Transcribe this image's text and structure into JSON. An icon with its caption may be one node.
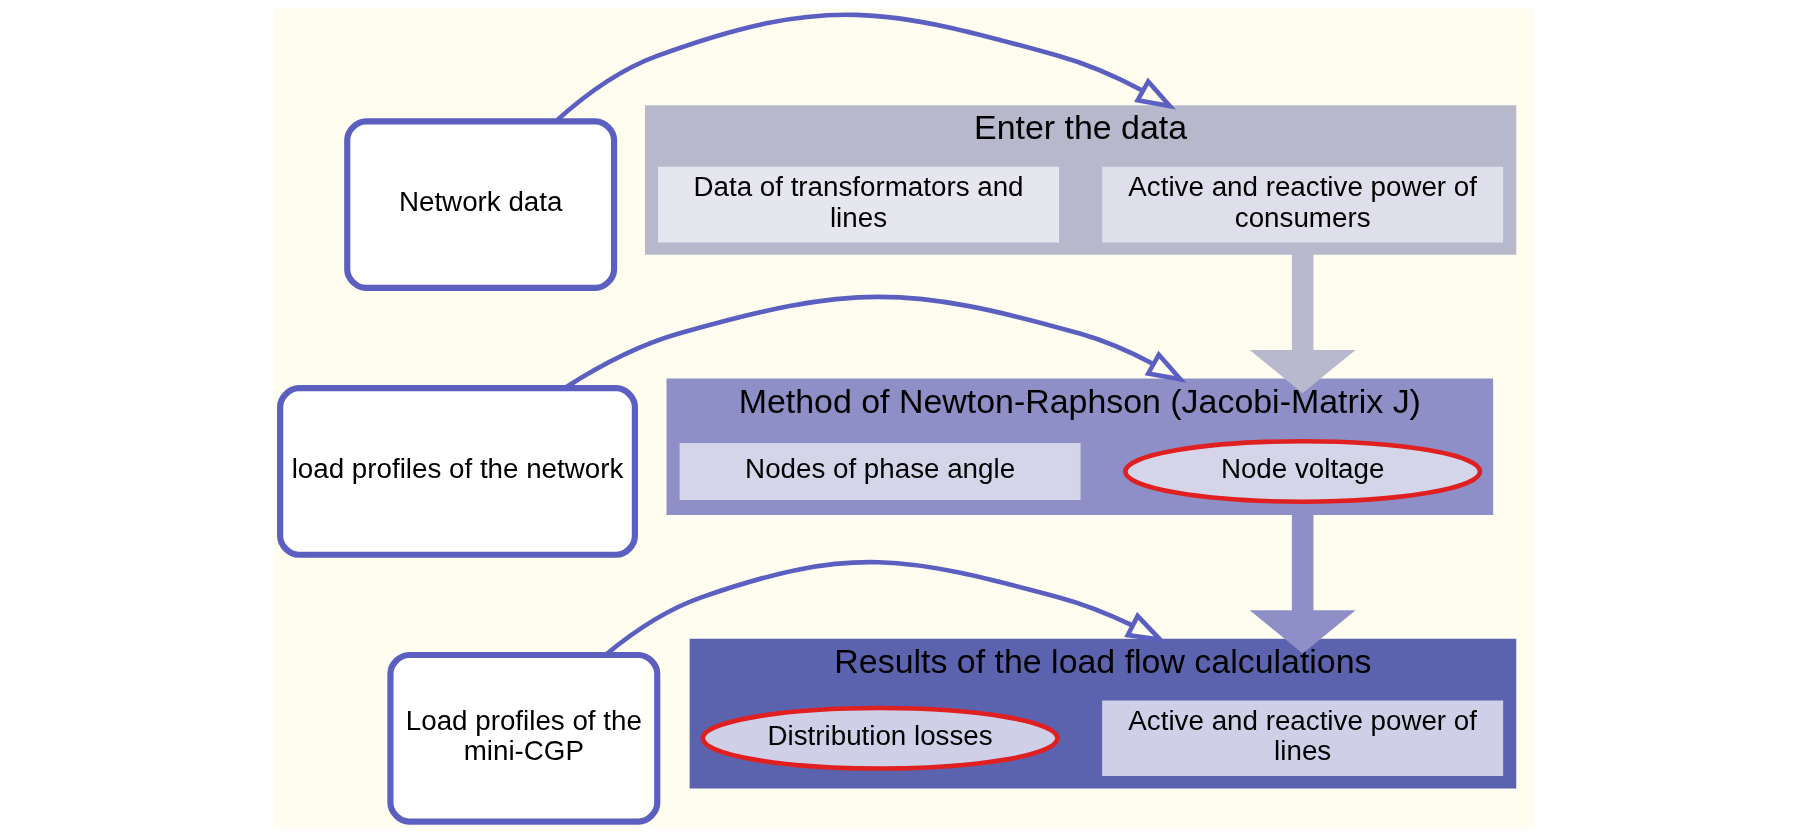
{
  "diagram": {
    "nodes": [
      {
        "text": [
          "Network data"
        ]
      },
      {
        "text": [
          "load profiles of the network"
        ]
      },
      {
        "text": [
          "Load profiles of the mini-CGP"
        ]
      },
      {
        "text": [
          "Enter the data"
        ]
      },
      {
        "text": [
          "Active and reactive power of consumers"
        ],
        "in": 3
      },
      {
        "text": [
          "Data of transformators and lines"
        ],
        "in": 3
      },
      {
        "text": [
          "Method of Newton-Raphson (Jacobi-Matrix J)"
        ]
      },
      {
        "text": [
          "Node voltage"
        ],
        "in": 6
      },
      {
        "text": [
          "Nodes of phase angle"
        ],
        "in": 6
      },
      {
        "text": [
          "Results of the load flow calculations"
        ]
      },
      {
        "text": [
          "Active and reactive power of lines"
        ],
        "in": 9
      },
      {
        "text": [
          "Distribution losses"
        ],
        "in": 9
      }
    ],
    "edges": [
      {
        "from": 0,
        "to": 3,
        "arrow": "to"
      },
      {
        "from": 3,
        "to": 6,
        "arrow": "to",
        "style": "thick",
        "color": "#b8b9cc"
      },
      {
        "from": 1,
        "to": 6,
        "arrow": "to"
      },
      {
        "from": 6,
        "to": 9,
        "arrow": "to",
        "style": "thick",
        "color": "#8f8fc8"
      },
      {
        "from": 2,
        "to": 9,
        "arrow": "to"
      }
    ]
  }
}
